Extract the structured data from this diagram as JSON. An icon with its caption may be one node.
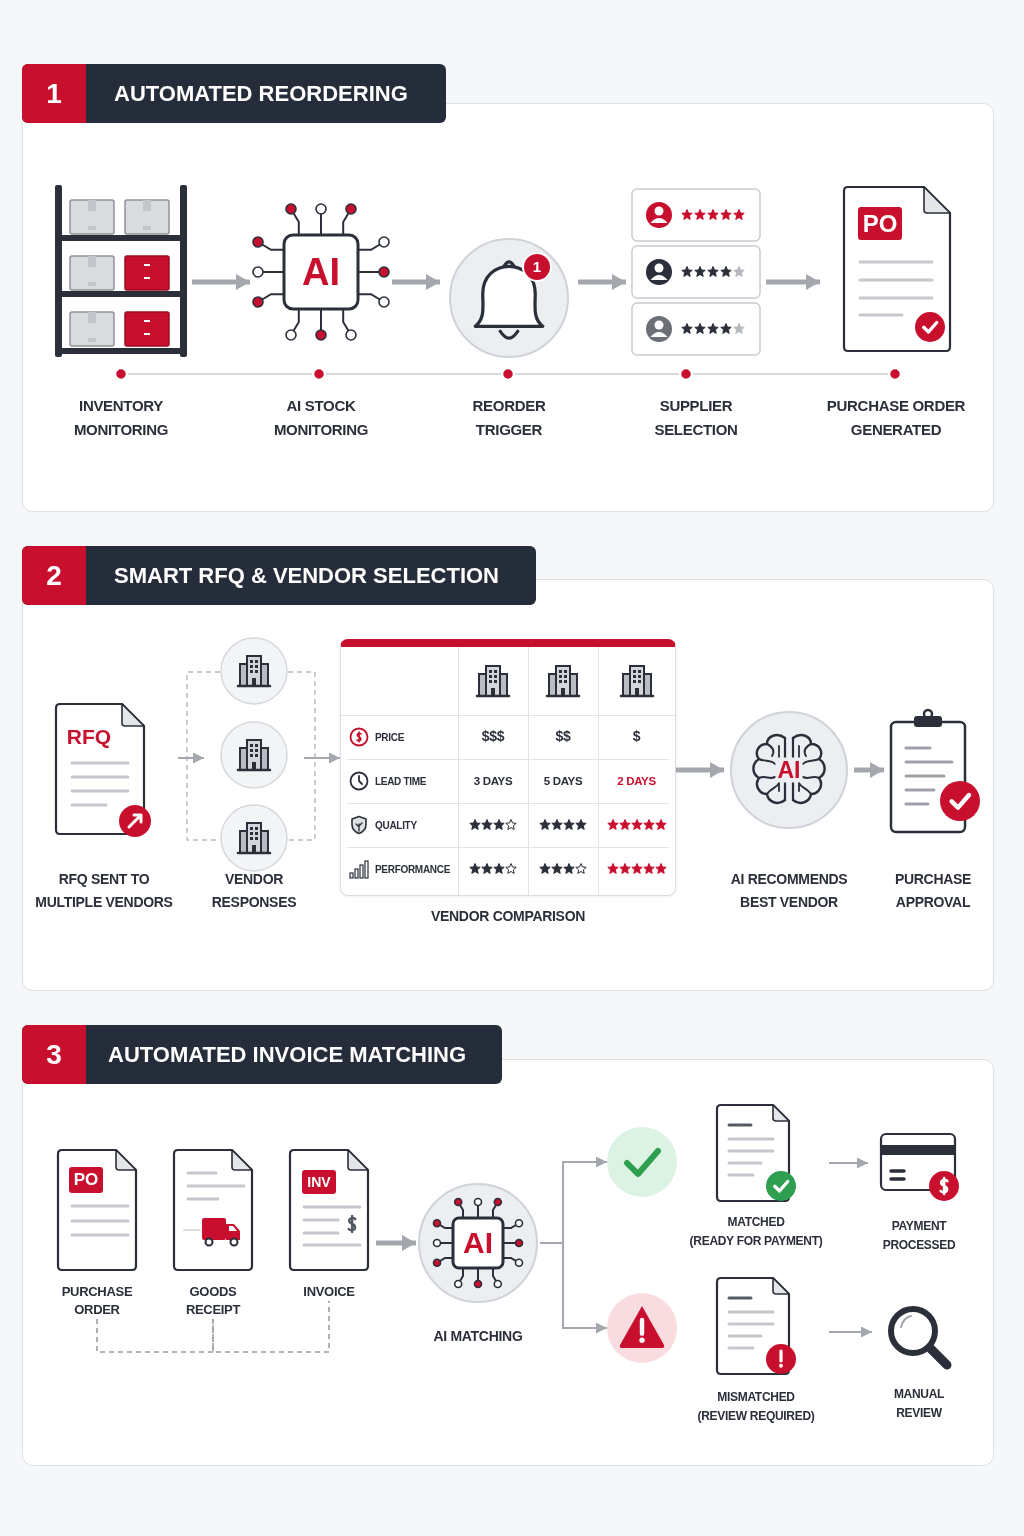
{
  "diagram": {
    "nodes": [
      {
        "text": [
          "1",
          "AUTOMATED REORDERING"
        ]
      },
      {
        "text": [
          "INVENTORY MONITORING"
        ],
        "in": 0
      },
      {
        "text": [
          "AI",
          "AI STOCK MONITORING"
        ],
        "in": 0
      },
      {
        "text": [
          "1",
          "REORDER TRIGGER"
        ],
        "in": 0
      },
      {
        "text": [
          "SUPPLIER SELECTION"
        ],
        "in": 0
      },
      {
        "text": [
          "PO",
          "PURCHASE ORDER GENERATED"
        ],
        "in": 0
      },
      {
        "text": [],
        "shape": "bar",
        "in": 0
      },
      {
        "text": [
          "2",
          "SMART RFQ & VENDOR SELECTION"
        ]
      },
      {
        "text": [
          "RFQ",
          "RFQ SENT TO MULTIPLE VENDORS"
        ],
        "in": 7
      },
      {
        "text": [
          "VENDOR RESPONSES"
        ],
        "in": 7
      },
      {
        "text": [
          "PRICE",
          "$$$",
          "$$",
          "$",
          "LEAD TIME",
          "3 DAYS",
          "5 DAYS",
          "2 DAYS",
          "QUALITY",
          "PERFORMANCE",
          "VENDOR COMPARISON"
        ],
        "in": 7
      },
      {
        "text": [
          "AI",
          "AI RECOMMENDS BEST VENDOR"
        ],
        "in": 7
      },
      {
        "text": [
          "PURCHASE APPROVAL"
        ],
        "in": 7
      },
      {
        "text": [
          "3",
          "AUTOMATED INVOICE MATCHING"
        ]
      },
      {
        "text": [
          "PO",
          "PURCHASE ORDER"
        ],
        "in": 13
      },
      {
        "text": [
          "GOODS RECEIPT"
        ],
        "in": 13
      },
      {
        "text": [
          "INV",
          "INVOICE"
        ],
        "in": 13
      },
      {
        "text": [
          "AI",
          "AI MATCHING"
        ],
        "in": 13
      },
      {
        "text": [],
        "shape": "circle",
        "in": 13
      },
      {
        "text": [],
        "shape": "circle",
        "in": 13
      },
      {
        "text": [
          "MATCHED (READY FOR PAYMENT)"
        ],
        "in": 13
      },
      {
        "text": [
          "PAYMENT PROCESSED"
        ],
        "in": 13
      },
      {
        "text": [
          "MISMATCHED (REVIEW REQUIRED)"
        ],
        "in": 13
      },
      {
        "text": [
          "MANUAL REVIEW"
        ],
        "in": 13
      }
    ],
    "edges": [
      {
        "from": 1,
        "to": 2,
        "arrow": "to",
        "style": "thick"
      },
      {
        "from": 2,
        "to": 3,
        "arrow": "to",
        "style": "thick"
      },
      {
        "from": 3,
        "to": 4,
        "arrow": "to",
        "style": "thick"
      },
      {
        "from": 4,
        "to": 5,
        "arrow": "to",
        "style": "thick"
      },
      {
        "from": 8,
        "to": 9,
        "arrow": "to"
      },
      {
        "from": 9,
        "to": 10,
        "arrow": "to"
      },
      {
        "from": 10,
        "to": 11,
        "arrow": "to",
        "style": "thick"
      },
      {
        "from": 11,
        "to": 12,
        "arrow": "to",
        "style": "thick"
      },
      {
        "from": 14,
        "to": 15,
        "arrow": "none",
        "style": "dashed"
      },
      {
        "from": 15,
        "to": 16,
        "arrow": "none",
        "style": "dashed"
      },
      {
        "from": 16,
        "to": 17,
        "arrow": "to",
        "style": "thick"
      },
      {
        "from": 17,
        "to": 18,
        "arrow": "to"
      },
      {
        "from": 17,
        "to": 19,
        "arrow": "to"
      },
      {
        "from": 20,
        "to": 21,
        "arrow": "to"
      },
      {
        "from": 22,
        "to": 23,
        "arrow": "to"
      }
    ]
  }
}
